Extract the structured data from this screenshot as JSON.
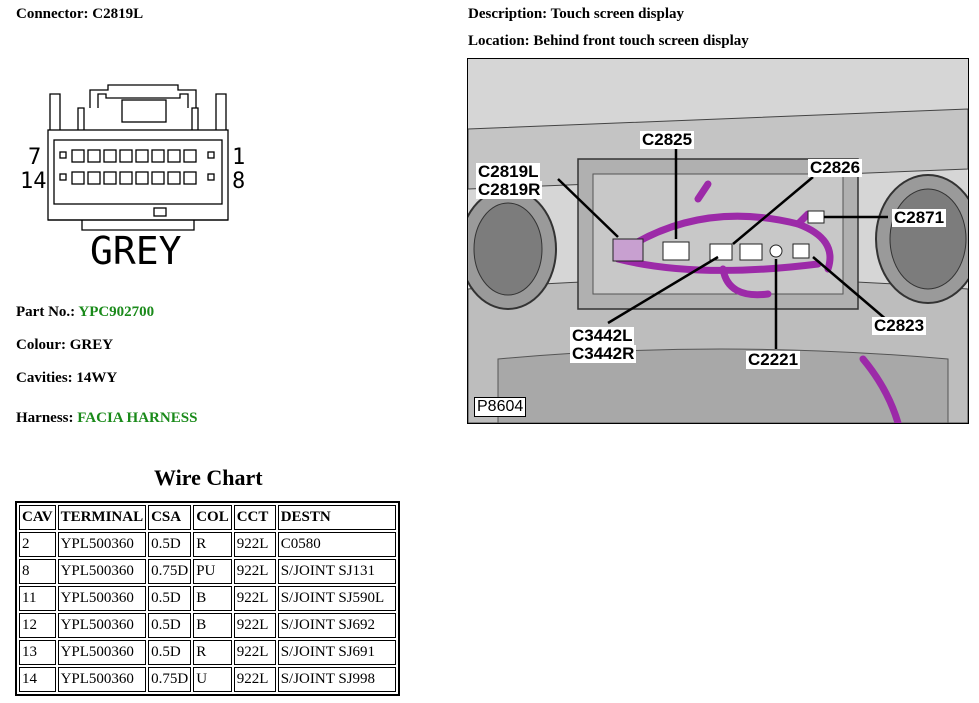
{
  "connector": {
    "label": "Connector:",
    "value": "C2819L"
  },
  "description": {
    "label": "Description:",
    "value": "Touch screen display"
  },
  "location": {
    "label": "Location:",
    "value": "Behind front touch screen display"
  },
  "connector_face": {
    "pin_top_left": "7",
    "pin_bottom_left": "14",
    "pin_top_right": "1",
    "pin_bottom_right": "8",
    "colour_text": "GREY"
  },
  "part_no": {
    "label": "Part No.:",
    "value": "YPC902700"
  },
  "colour": {
    "label": "Colour:",
    "value": "GREY"
  },
  "cavities": {
    "label": "Cavities:",
    "value": "14WY"
  },
  "harness": {
    "label": "Harness:",
    "value": "FACIA HARNESS"
  },
  "wire_chart": {
    "title": "Wire Chart",
    "headers": [
      "CAV",
      "TERMINAL",
      "CSA",
      "COL",
      "CCT",
      "DESTN"
    ],
    "rows": [
      [
        "2",
        "YPL500360",
        "0.5D",
        "R",
        "922L",
        "C0580"
      ],
      [
        "8",
        "YPL500360",
        "0.75D",
        "PU",
        "922L",
        "S/JOINT SJ131"
      ],
      [
        "11",
        "YPL500360",
        "0.5D",
        "B",
        "922L",
        "S/JOINT SJ590L"
      ],
      [
        "12",
        "YPL500360",
        "0.5D",
        "B",
        "922L",
        "S/JOINT SJ692"
      ],
      [
        "13",
        "YPL500360",
        "0.5D",
        "R",
        "922L",
        "S/JOINT SJ691"
      ],
      [
        "14",
        "YPL500360",
        "0.75D",
        "U",
        "922L",
        "S/JOINT SJ998"
      ]
    ]
  },
  "location_image": {
    "callouts": {
      "c2819l": "C2819L",
      "c2819r": "C2819R",
      "c2825": "C2825",
      "c2826": "C2826",
      "c2871": "C2871",
      "c3442l": "C3442L",
      "c3442r": "C3442R",
      "c2823": "C2823",
      "c2221": "C2221"
    },
    "figure_id": "P8604"
  },
  "colors": {
    "harness_accent": "#1a8a1a",
    "wiring": "#9c2aa8"
  }
}
